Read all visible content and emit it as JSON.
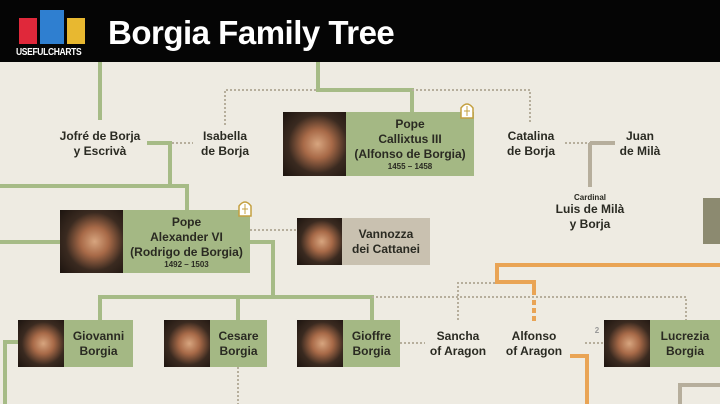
{
  "header": {
    "title": "Borgia Family Tree",
    "logo_text": "USEFULCHARTS",
    "logo_colors": [
      "#e0283a",
      "#2f7fd0",
      "#e8b830"
    ]
  },
  "colors": {
    "green_box": "#a4b884",
    "tan_box": "#c9c1b0",
    "line_green": "#a6bb86",
    "line_gray": "#b6ae9c",
    "line_orange": "#e9a455",
    "background": "#eeebe2"
  },
  "people": {
    "callixtus": {
      "line1": "Pope",
      "line2": "Callixtus III",
      "line3": "(Alfonso de Borgia)",
      "dates": "1455 – 1458",
      "icon": "papal-mitre-icon"
    },
    "jofre": {
      "line1": "Jofré de Borja",
      "line2": "y Escrivà"
    },
    "isabella": {
      "line1": "Isabella",
      "line2": "de Borja"
    },
    "catalina": {
      "line1": "Catalina",
      "line2": "de Borja"
    },
    "juan": {
      "line1": "Juan",
      "line2": "de Milà"
    },
    "luis": {
      "title": "Cardinal",
      "line1": "Luis de Milà",
      "line2": "y Borja"
    },
    "alexander": {
      "line1": "Pope",
      "line2": "Alexander VI",
      "line3": "(Rodrigo de Borgia)",
      "dates": "1492 – 1503",
      "icon": "papal-mitre-icon"
    },
    "vannozza": {
      "line1": "Vannozza",
      "line2": "dei Cattanei"
    },
    "giovanni": {
      "line1": "Giovanni",
      "line2": "Borgia"
    },
    "cesare": {
      "line1": "Cesare",
      "line2": "Borgia"
    },
    "gioffre": {
      "line1": "Gioffre",
      "line2": "Borgia"
    },
    "sancha": {
      "line1": "Sancha",
      "line2": "of Aragon"
    },
    "alfonso": {
      "line1": "Alfonso",
      "line2": "of Aragon"
    },
    "lucrezia": {
      "line1": "Lucrezia",
      "line2": "Borgia",
      "marriage_number": "2"
    }
  }
}
